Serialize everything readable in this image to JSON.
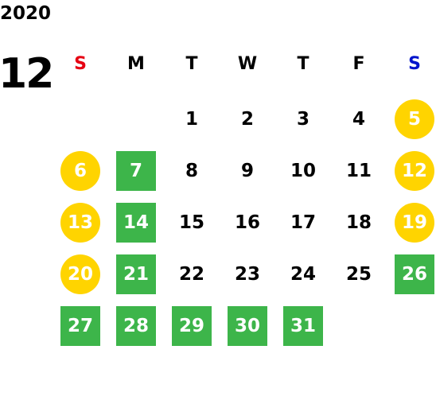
{
  "calendar": {
    "year": "2020",
    "month": "12",
    "colors": {
      "sunday": "#e60012",
      "saturday": "#0014cc",
      "highlight_circle": "#ffd400",
      "highlight_square": "#3db54a",
      "text": "#000000"
    },
    "weekdays": [
      {
        "label": "S",
        "kind": "sunday"
      },
      {
        "label": "M",
        "kind": "normal"
      },
      {
        "label": "T",
        "kind": "normal"
      },
      {
        "label": "W",
        "kind": "normal"
      },
      {
        "label": "T",
        "kind": "normal"
      },
      {
        "label": "F",
        "kind": "normal"
      },
      {
        "label": "S",
        "kind": "saturday"
      }
    ],
    "weeks": [
      [
        {
          "day": "",
          "style": "none"
        },
        {
          "day": "",
          "style": "none"
        },
        {
          "day": "1",
          "style": "none"
        },
        {
          "day": "2",
          "style": "none"
        },
        {
          "day": "3",
          "style": "none"
        },
        {
          "day": "4",
          "style": "none"
        },
        {
          "day": "5",
          "style": "circle"
        }
      ],
      [
        {
          "day": "6",
          "style": "circle"
        },
        {
          "day": "7",
          "style": "square"
        },
        {
          "day": "8",
          "style": "none"
        },
        {
          "day": "9",
          "style": "none"
        },
        {
          "day": "10",
          "style": "none"
        },
        {
          "day": "11",
          "style": "none"
        },
        {
          "day": "12",
          "style": "circle"
        }
      ],
      [
        {
          "day": "13",
          "style": "circle"
        },
        {
          "day": "14",
          "style": "square"
        },
        {
          "day": "15",
          "style": "none"
        },
        {
          "day": "16",
          "style": "none"
        },
        {
          "day": "17",
          "style": "none"
        },
        {
          "day": "18",
          "style": "none"
        },
        {
          "day": "19",
          "style": "circle"
        }
      ],
      [
        {
          "day": "20",
          "style": "circle"
        },
        {
          "day": "21",
          "style": "square"
        },
        {
          "day": "22",
          "style": "none"
        },
        {
          "day": "23",
          "style": "none"
        },
        {
          "day": "24",
          "style": "none"
        },
        {
          "day": "25",
          "style": "none"
        },
        {
          "day": "26",
          "style": "square"
        }
      ],
      [
        {
          "day": "27",
          "style": "square"
        },
        {
          "day": "28",
          "style": "square"
        },
        {
          "day": "29",
          "style": "square"
        },
        {
          "day": "30",
          "style": "square"
        },
        {
          "day": "31",
          "style": "square"
        },
        {
          "day": "",
          "style": "none"
        },
        {
          "day": "",
          "style": "none"
        }
      ]
    ]
  }
}
